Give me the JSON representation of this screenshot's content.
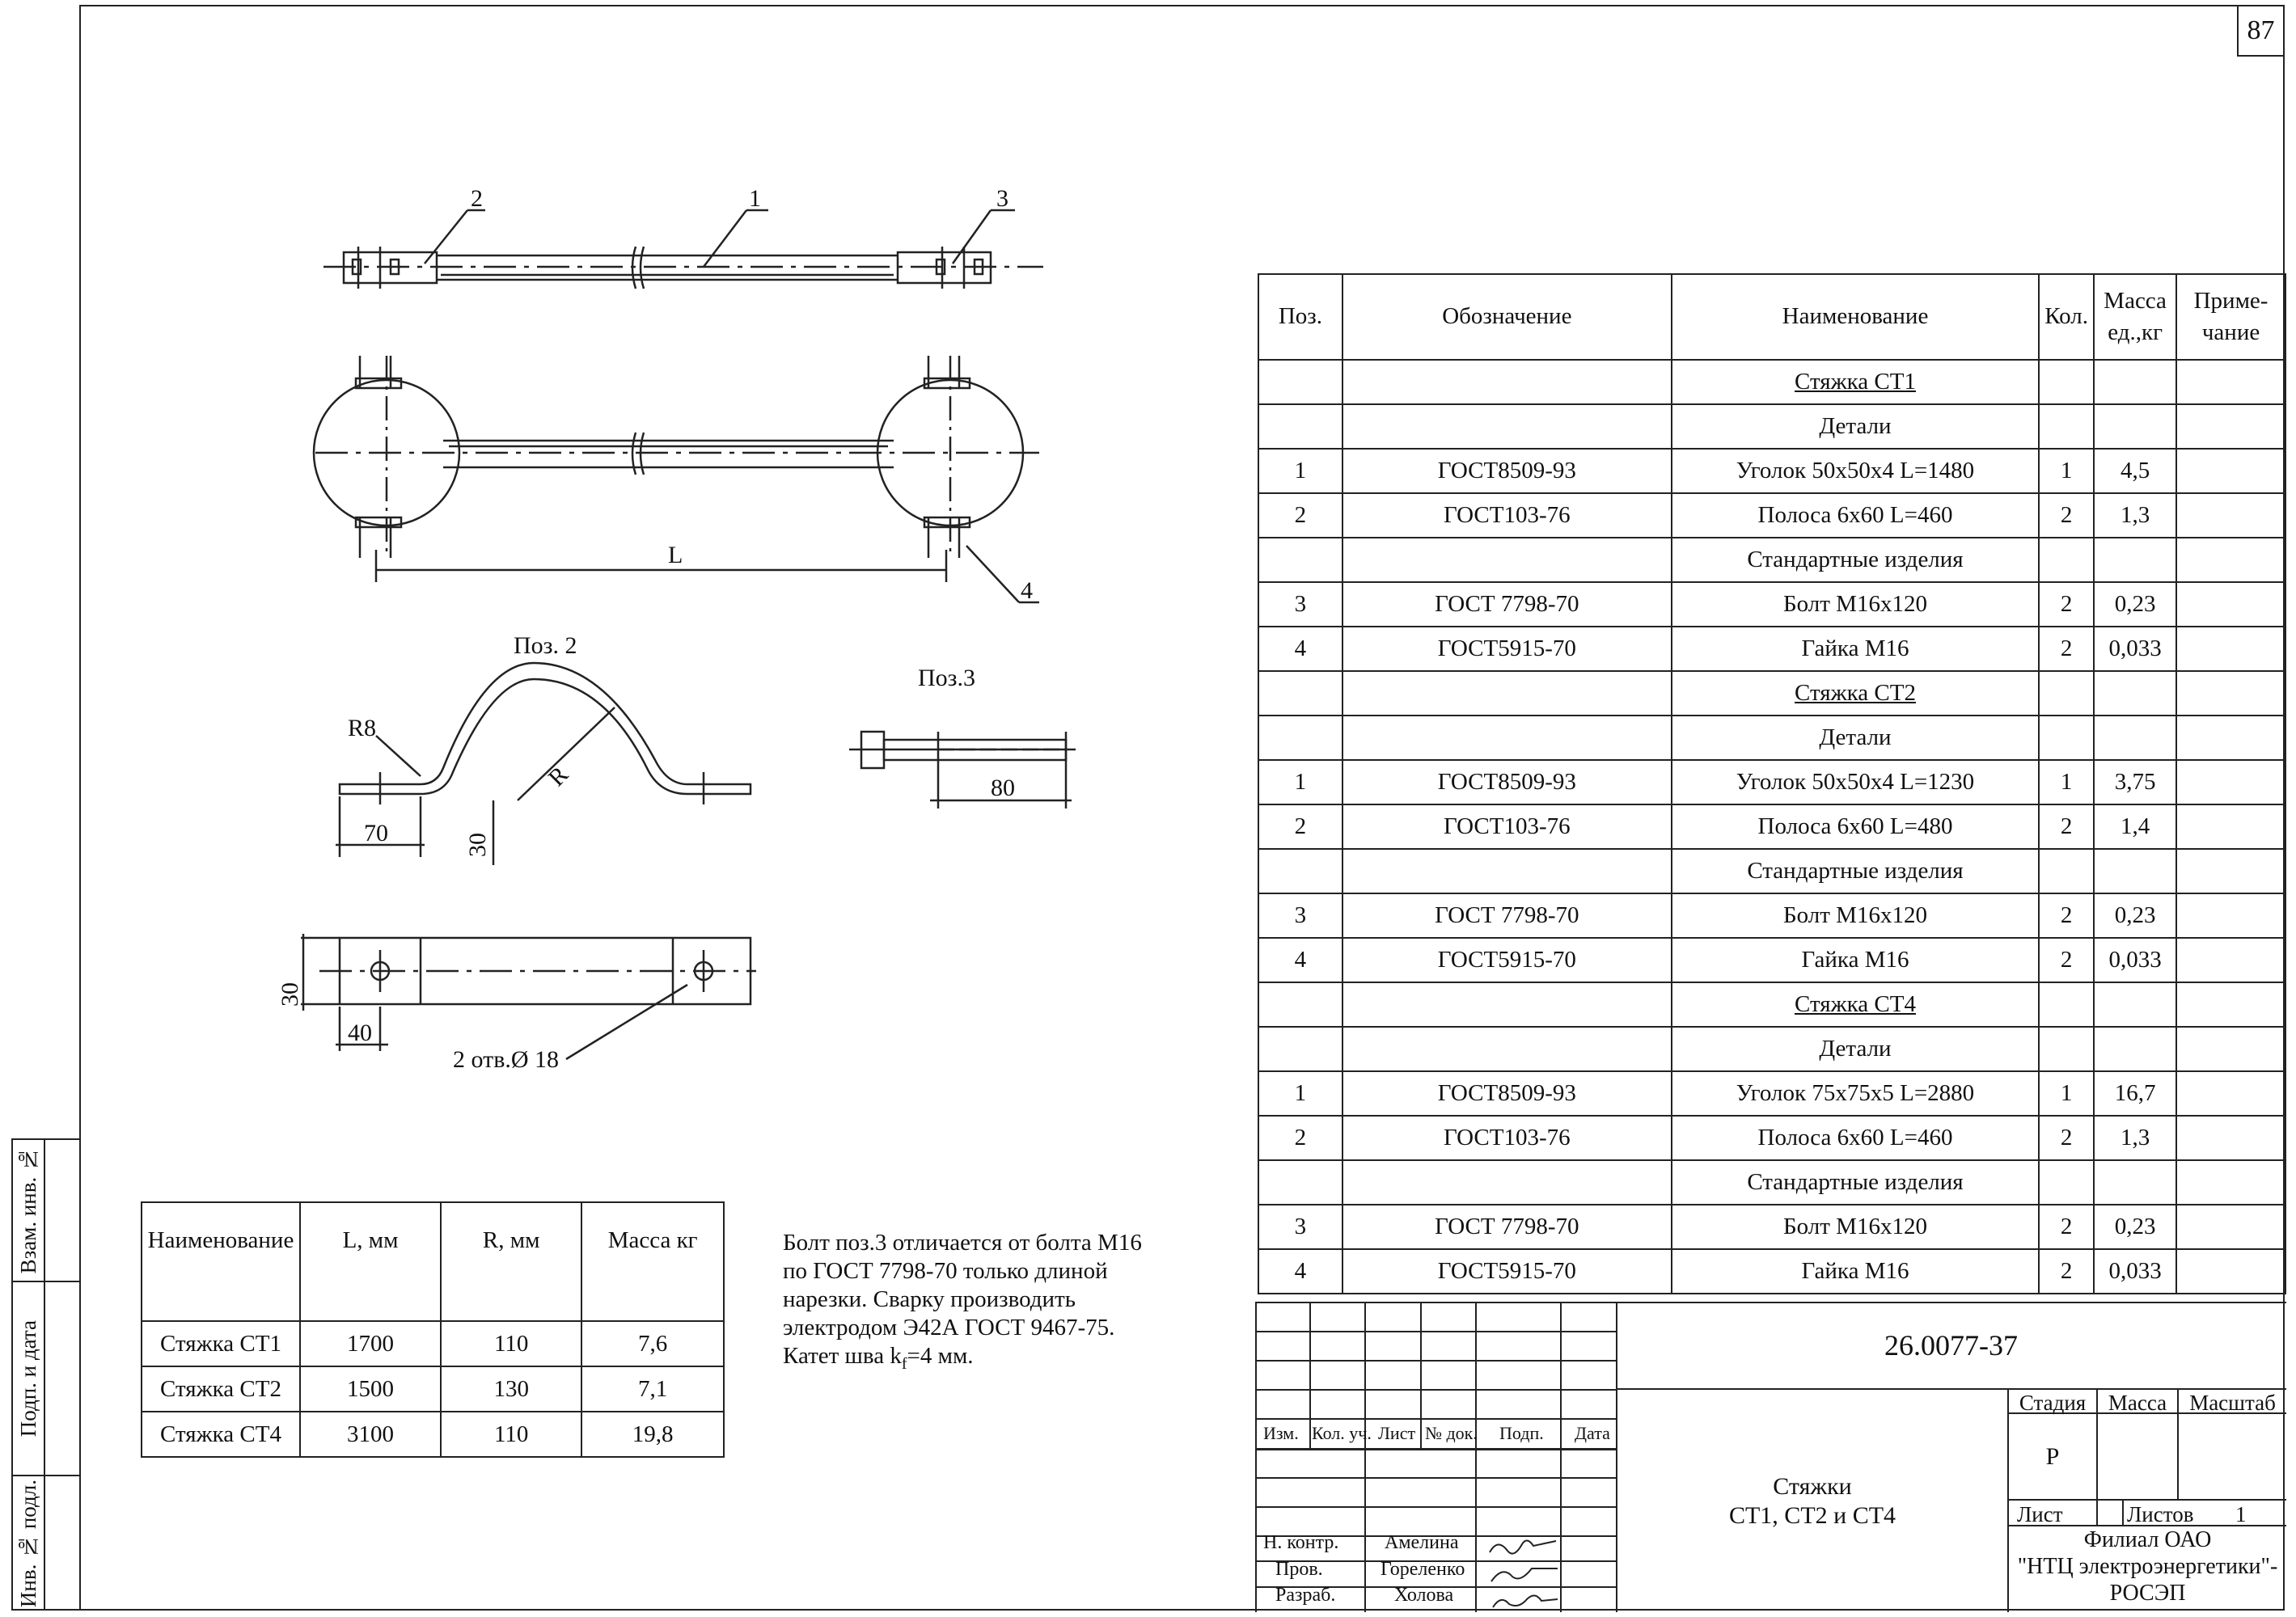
{
  "page_number": "87",
  "side_stamps": [
    "Взам. инв. №",
    "Подп. и дата",
    "Инв. № подл."
  ],
  "drawing": {
    "callouts": [
      "2",
      "1",
      "3",
      "4"
    ],
    "dim_L": "L",
    "pos2_title": "Поз. 2",
    "pos3_title": "Поз.3",
    "r8": "R8",
    "r": "R",
    "dim_70": "70",
    "dim_30a": "30",
    "dim_80": "80",
    "dim_30b": "30",
    "dim_40": "40",
    "holes": "2 отв.Ø 18"
  },
  "spec": {
    "headers": {
      "pos": "Поз.",
      "designation": "Обозначение",
      "name": "Наименование",
      "qty": "Кол.",
      "mass": "Масса ед.,кг",
      "note": "Приме- чание"
    },
    "rows": [
      {
        "pos": "",
        "des": "",
        "name": "Стяжка СТ1",
        "qty": "",
        "mass": "",
        "ul": true
      },
      {
        "pos": "",
        "des": "",
        "name": "Детали",
        "qty": "",
        "mass": ""
      },
      {
        "pos": "1",
        "des": "ГОСТ8509-93",
        "name": "Уголок 50х50х4 L=1480",
        "qty": "1",
        "mass": "4,5"
      },
      {
        "pos": "2",
        "des": "ГОСТ103-76",
        "name": "Полоса 6х60 L=460",
        "qty": "2",
        "mass": "1,3"
      },
      {
        "pos": "",
        "des": "",
        "name": "Стандартные изделия",
        "qty": "",
        "mass": ""
      },
      {
        "pos": "3",
        "des": "ГОСТ 7798-70",
        "name": "Болт М16х120",
        "qty": "2",
        "mass": "0,23"
      },
      {
        "pos": "4",
        "des": "ГОСТ5915-70",
        "name": "Гайка М16",
        "qty": "2",
        "mass": "0,033"
      },
      {
        "pos": "",
        "des": "",
        "name": "Стяжка СТ2",
        "qty": "",
        "mass": "",
        "ul": true
      },
      {
        "pos": "",
        "des": "",
        "name": "Детали",
        "qty": "",
        "mass": ""
      },
      {
        "pos": "1",
        "des": "ГОСТ8509-93",
        "name": "Уголок 50х50х4 L=1230",
        "qty": "1",
        "mass": "3,75"
      },
      {
        "pos": "2",
        "des": "ГОСТ103-76",
        "name": "Полоса 6х60 L=480",
        "qty": "2",
        "mass": "1,4"
      },
      {
        "pos": "",
        "des": "",
        "name": "Стандартные изделия",
        "qty": "",
        "mass": ""
      },
      {
        "pos": "3",
        "des": "ГОСТ 7798-70",
        "name": "Болт М16х120",
        "qty": "2",
        "mass": "0,23"
      },
      {
        "pos": "4",
        "des": "ГОСТ5915-70",
        "name": "Гайка М16",
        "qty": "2",
        "mass": "0,033"
      },
      {
        "pos": "",
        "des": "",
        "name": "Стяжка СТ4",
        "qty": "",
        "mass": "",
        "ul": true
      },
      {
        "pos": "",
        "des": "",
        "name": "Детали",
        "qty": "",
        "mass": ""
      },
      {
        "pos": "1",
        "des": "ГОСТ8509-93",
        "name": "Уголок 75х75х5 L=2880",
        "qty": "1",
        "mass": "16,7"
      },
      {
        "pos": "2",
        "des": "ГОСТ103-76",
        "name": "Полоса 6х60 L=460",
        "qty": "2",
        "mass": "1,3"
      },
      {
        "pos": "",
        "des": "",
        "name": "Стандартные изделия",
        "qty": "",
        "mass": ""
      },
      {
        "pos": "3",
        "des": "ГОСТ 7798-70",
        "name": "Болт М16х120",
        "qty": "2",
        "mass": "0,23"
      },
      {
        "pos": "4",
        "des": "ГОСТ5915-70",
        "name": "Гайка М16",
        "qty": "2",
        "mass": "0,033"
      }
    ]
  },
  "params": {
    "headers": {
      "name": "Наименование",
      "l": "L, мм",
      "r": "R, мм",
      "mass": "Масса кг"
    },
    "rows": [
      {
        "name": "Стяжка СТ1",
        "l": "1700",
        "r": "110",
        "mass": "7,6"
      },
      {
        "name": "Стяжка СТ2",
        "l": "1500",
        "r": "130",
        "mass": "7,1"
      },
      {
        "name": "Стяжка СТ4",
        "l": "3100",
        "r": "110",
        "mass": "19,8"
      }
    ]
  },
  "note": {
    "line1": "Болт поз.3 отличается от болта М16",
    "line2": "по ГОСТ 7798-70 только длиной",
    "line3": "нарезки.  Сварку производить",
    "line4": "электродом Э42А ГОСТ 9467-75.",
    "line5_prefix": "Катет шва k",
    "line5_sub": "f",
    "line5_suffix": "=4 мм."
  },
  "title_block": {
    "doc_number": "26.0077-37",
    "cols": [
      "Изм.",
      "Кол. уч.",
      "Лист",
      "№ док.",
      "Подп.",
      "Дата"
    ],
    "roles": [
      "Н. контр.",
      "Пров.",
      "Разраб."
    ],
    "names": [
      "Амелина",
      "Гореленко",
      "Холова"
    ],
    "title_line1": "Стяжки",
    "title_line2": "СТ1, СТ2 и СТ4",
    "stage_hdr": "Стадия",
    "mass_hdr": "Масса",
    "scale_hdr": "Масштаб",
    "stage": "Р",
    "sheet_lbl": "Лист",
    "sheets_lbl": "Листов",
    "sheets": "1",
    "org1": "Филиал ОАО",
    "org2": "\"НТЦ электроэнергетики\"-",
    "org3": "РОСЭП"
  }
}
